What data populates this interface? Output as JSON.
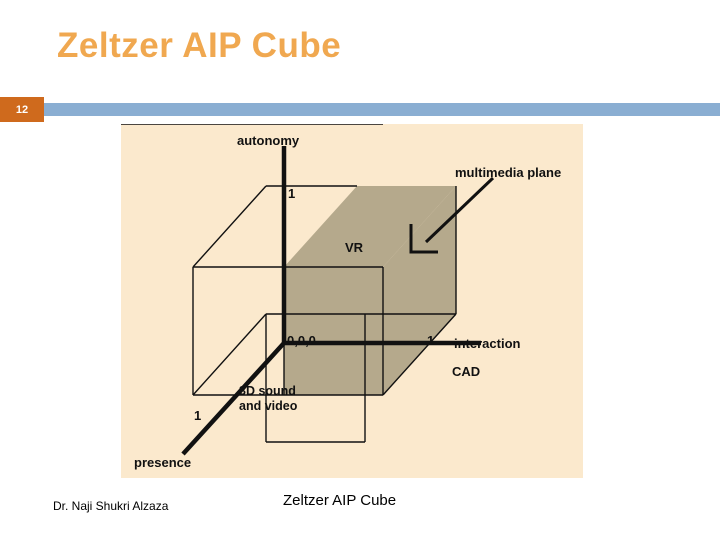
{
  "slide": {
    "title": "Zeltzer AIP Cube",
    "number": "12",
    "footer_author": "Dr. Naji Shukri Alzaza",
    "figure_caption": "Zeltzer AIP Cube"
  },
  "colors": {
    "title": "#f0a850",
    "badge_bg": "#cf6a1d",
    "rule": "#8aaed2",
    "figure_bg": "#fbe9cd",
    "cube_face": "#b5a98c",
    "stroke": "#111111"
  },
  "figure": {
    "labels": {
      "axis_autonomy": "autonomy",
      "axis_interaction": "interaction",
      "axis_presence": "presence",
      "multimedia_plane": "multimedia plane",
      "vr": "VR",
      "cad": "CAD",
      "origin": "0,0,0",
      "one_autonomy": "1",
      "one_interaction": "1",
      "one_presence": "1",
      "sound_video_line1": "3D sound",
      "sound_video_line2": "and video"
    }
  }
}
